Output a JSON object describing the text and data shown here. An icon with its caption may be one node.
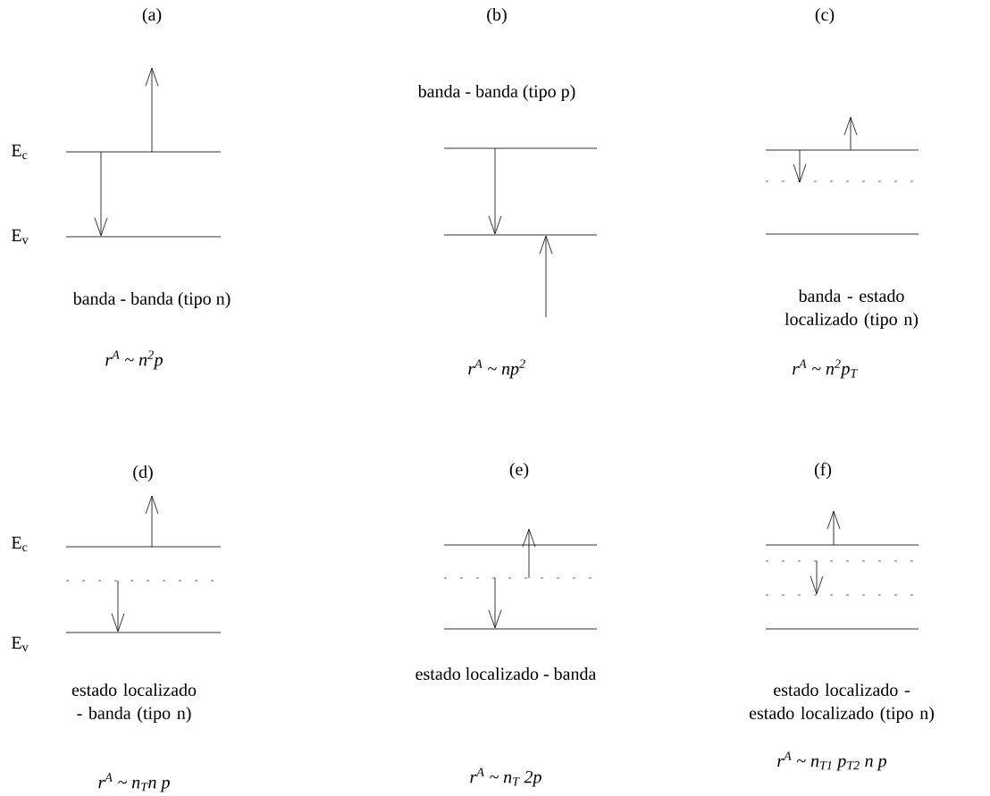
{
  "diagram": {
    "labels": [
      "(a)",
      "(b)",
      "(c)",
      "banda - banda (tipo p)",
      "E$_{c}$",
      "E$_{v}$",
      "banda - banda (tipo n)",
      "banda - estado localizado (tipo n)",
      "r$^{A}$ ~ n$^{2}$p",
      "r$^{A}$ ~ np$^{2}$",
      "r$^{A}$ ~ n$^{2}$p$_{T}$",
      "(d)",
      "(e)",
      "(f)",
      "E$_{c}$",
      "E$_{v}$",
      "estado localizado - banda (tipo n)",
      "estado localizado - banda",
      "estado localizado - estado localizado (tipo n)",
      "r$^{A}$ ~ n$_{T}$n p",
      "r$^{A}$ ~ n$_{T}$ 2p",
      "r$^{A}$ ~ n$_{T1}$ p$_{T2}$ n p"
    ]
  }
}
